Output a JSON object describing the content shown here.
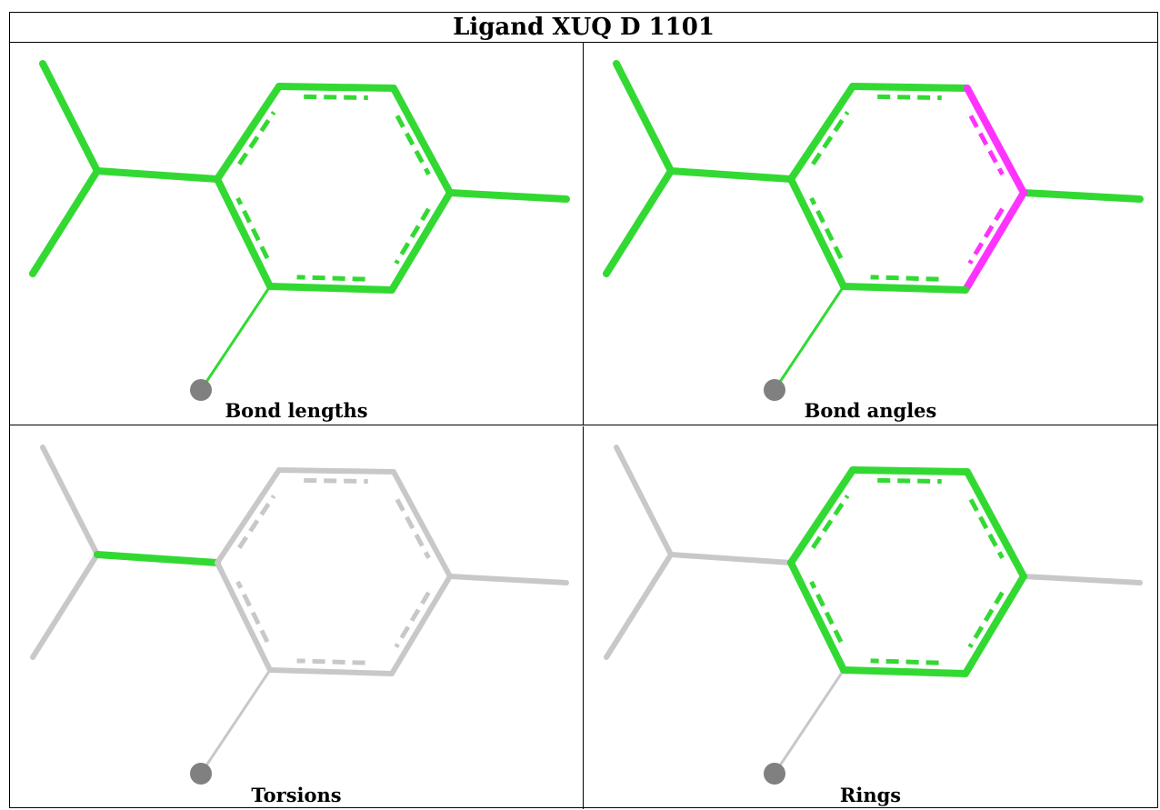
{
  "title": "Ligand XUQ D 1101",
  "panels": [
    {
      "caption": "Bond lengths",
      "highlight": "all",
      "color": "#33d933",
      "alt": "#ff33ff"
    },
    {
      "caption": "Bond angles",
      "highlight": "angle",
      "color": "#33d933",
      "alt": "#ff33ff"
    },
    {
      "caption": "Torsions",
      "highlight": "torsion",
      "color": "#33d933",
      "alt": "#c8c8c8"
    },
    {
      "caption": "Rings",
      "highlight": "ring",
      "color": "#33d933",
      "alt": "#c8c8c8"
    }
  ],
  "colors": {
    "green": "#33d933",
    "magenta": "#ff33ff",
    "grey": "#c8c8c8",
    "atom": "#808080"
  }
}
